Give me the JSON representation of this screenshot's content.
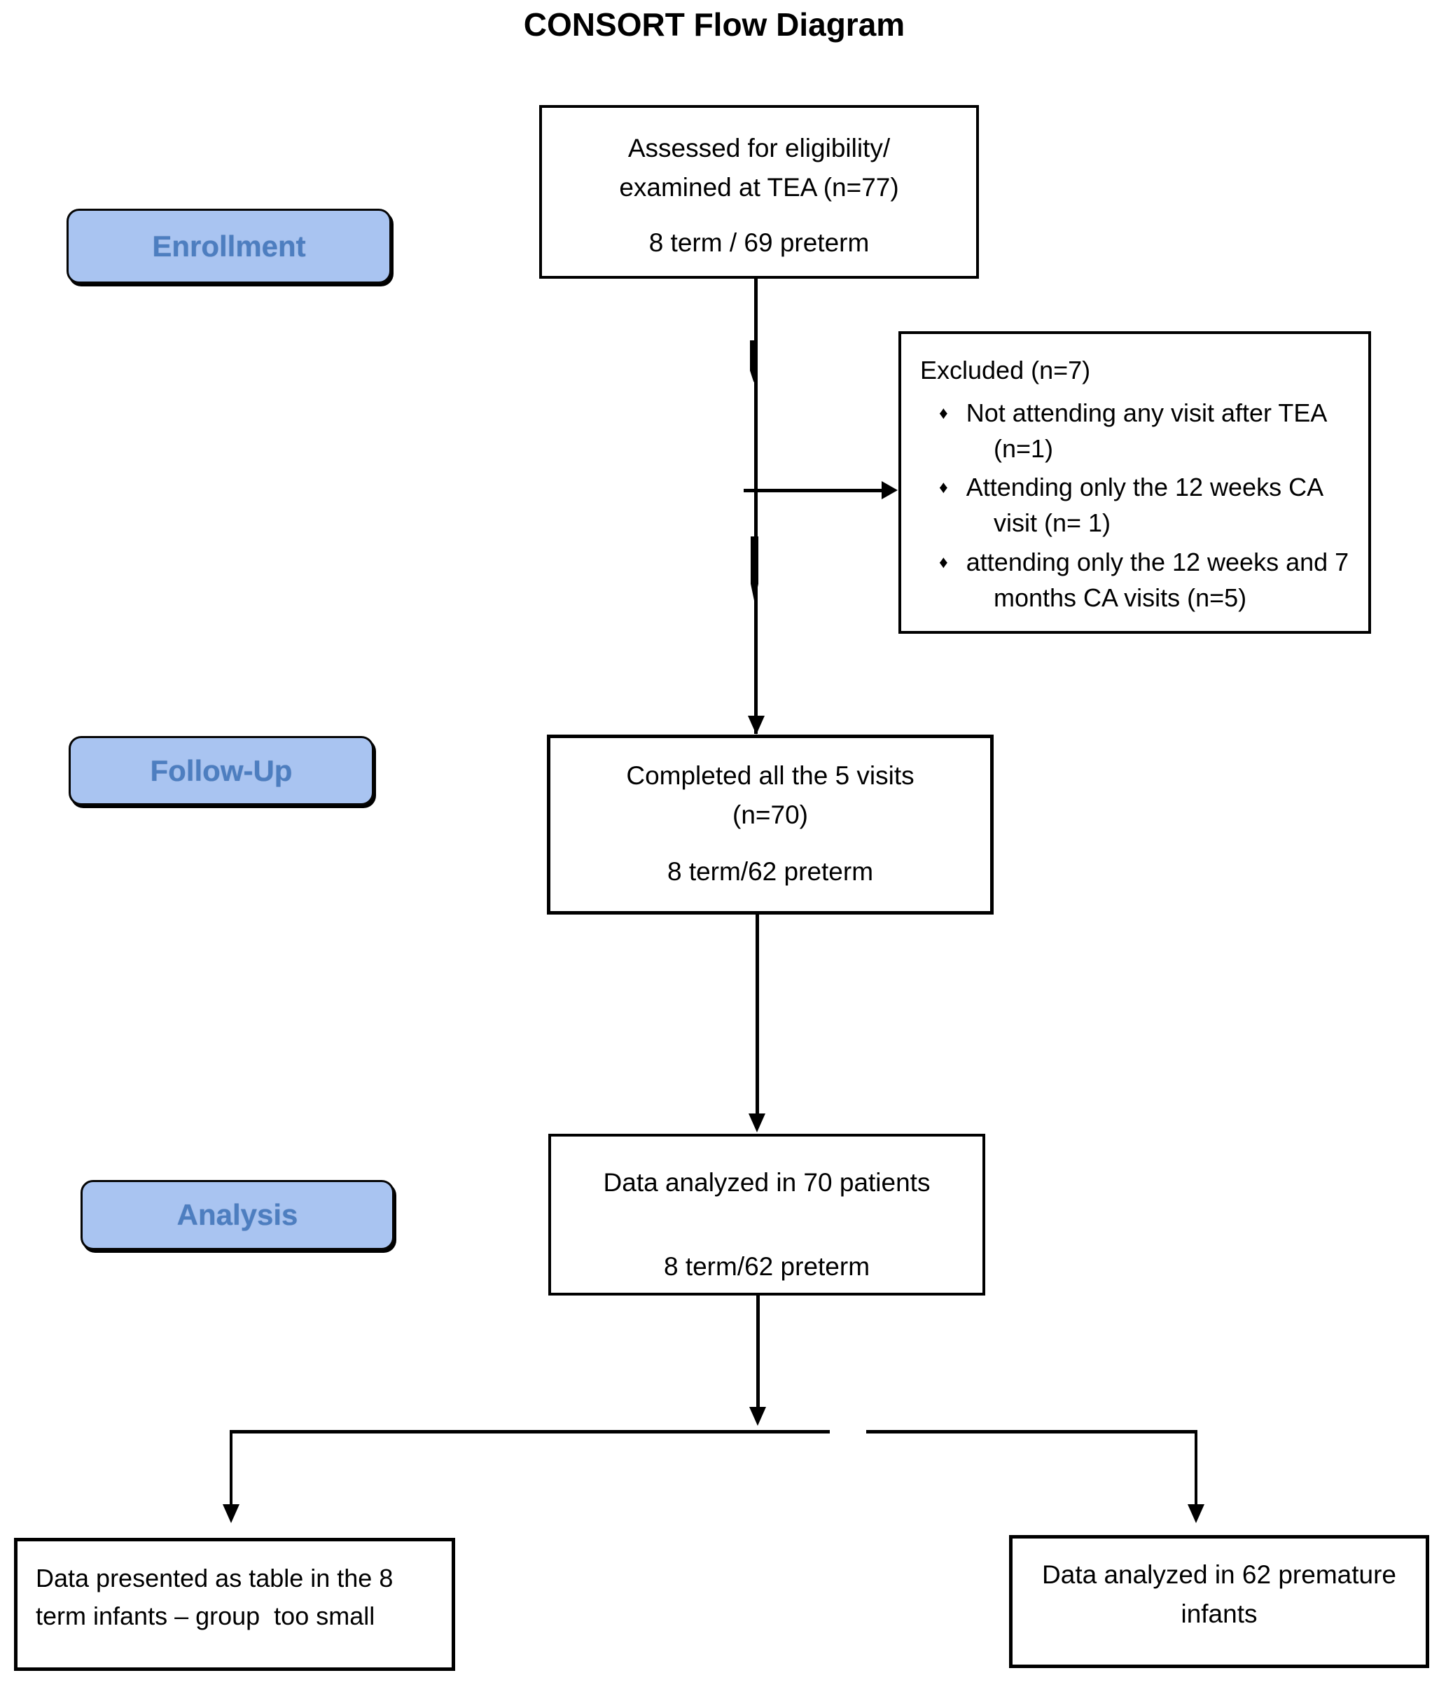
{
  "title": "CONSORT Flow Diagram",
  "stage_labels": {
    "enrollment": "Enrollment",
    "followup": "Follow-Up",
    "analysis": "Analysis"
  },
  "boxes": {
    "assessed": {
      "main": "Assessed for eligibility/\nexamined at TEA (n=77)",
      "sub": "8 term / 69 preterm"
    },
    "excluded": {
      "heading": "Excluded (n=7)",
      "items": [
        "Not attending any visit after TEA\n(n=1)",
        "Attending only the 12 weeks CA\nvisit (n= 1)",
        "attending only the 12 weeks and 7\nmonths CA visits (n=5)"
      ]
    },
    "completed": {
      "main": "Completed all the 5 visits\n(n=70)",
      "sub": "8 term/62 preterm"
    },
    "analyzed": {
      "main": "Data analyzed in 70 patients",
      "sub": "8 term/62 preterm"
    },
    "term_group": {
      "main": "Data presented as table in the 8\nterm infants – group  too small"
    },
    "premature_group": {
      "main": "Data analyzed in 62 premature\ninfants"
    }
  },
  "glyphs": {
    "diamond_bullet": "♦"
  },
  "colors": {
    "stage_label_fill": "#a9c4f1",
    "stage_label_text": "#4d7ec0",
    "box_border": "#000000",
    "connector": "#000000",
    "background": "#ffffff"
  }
}
